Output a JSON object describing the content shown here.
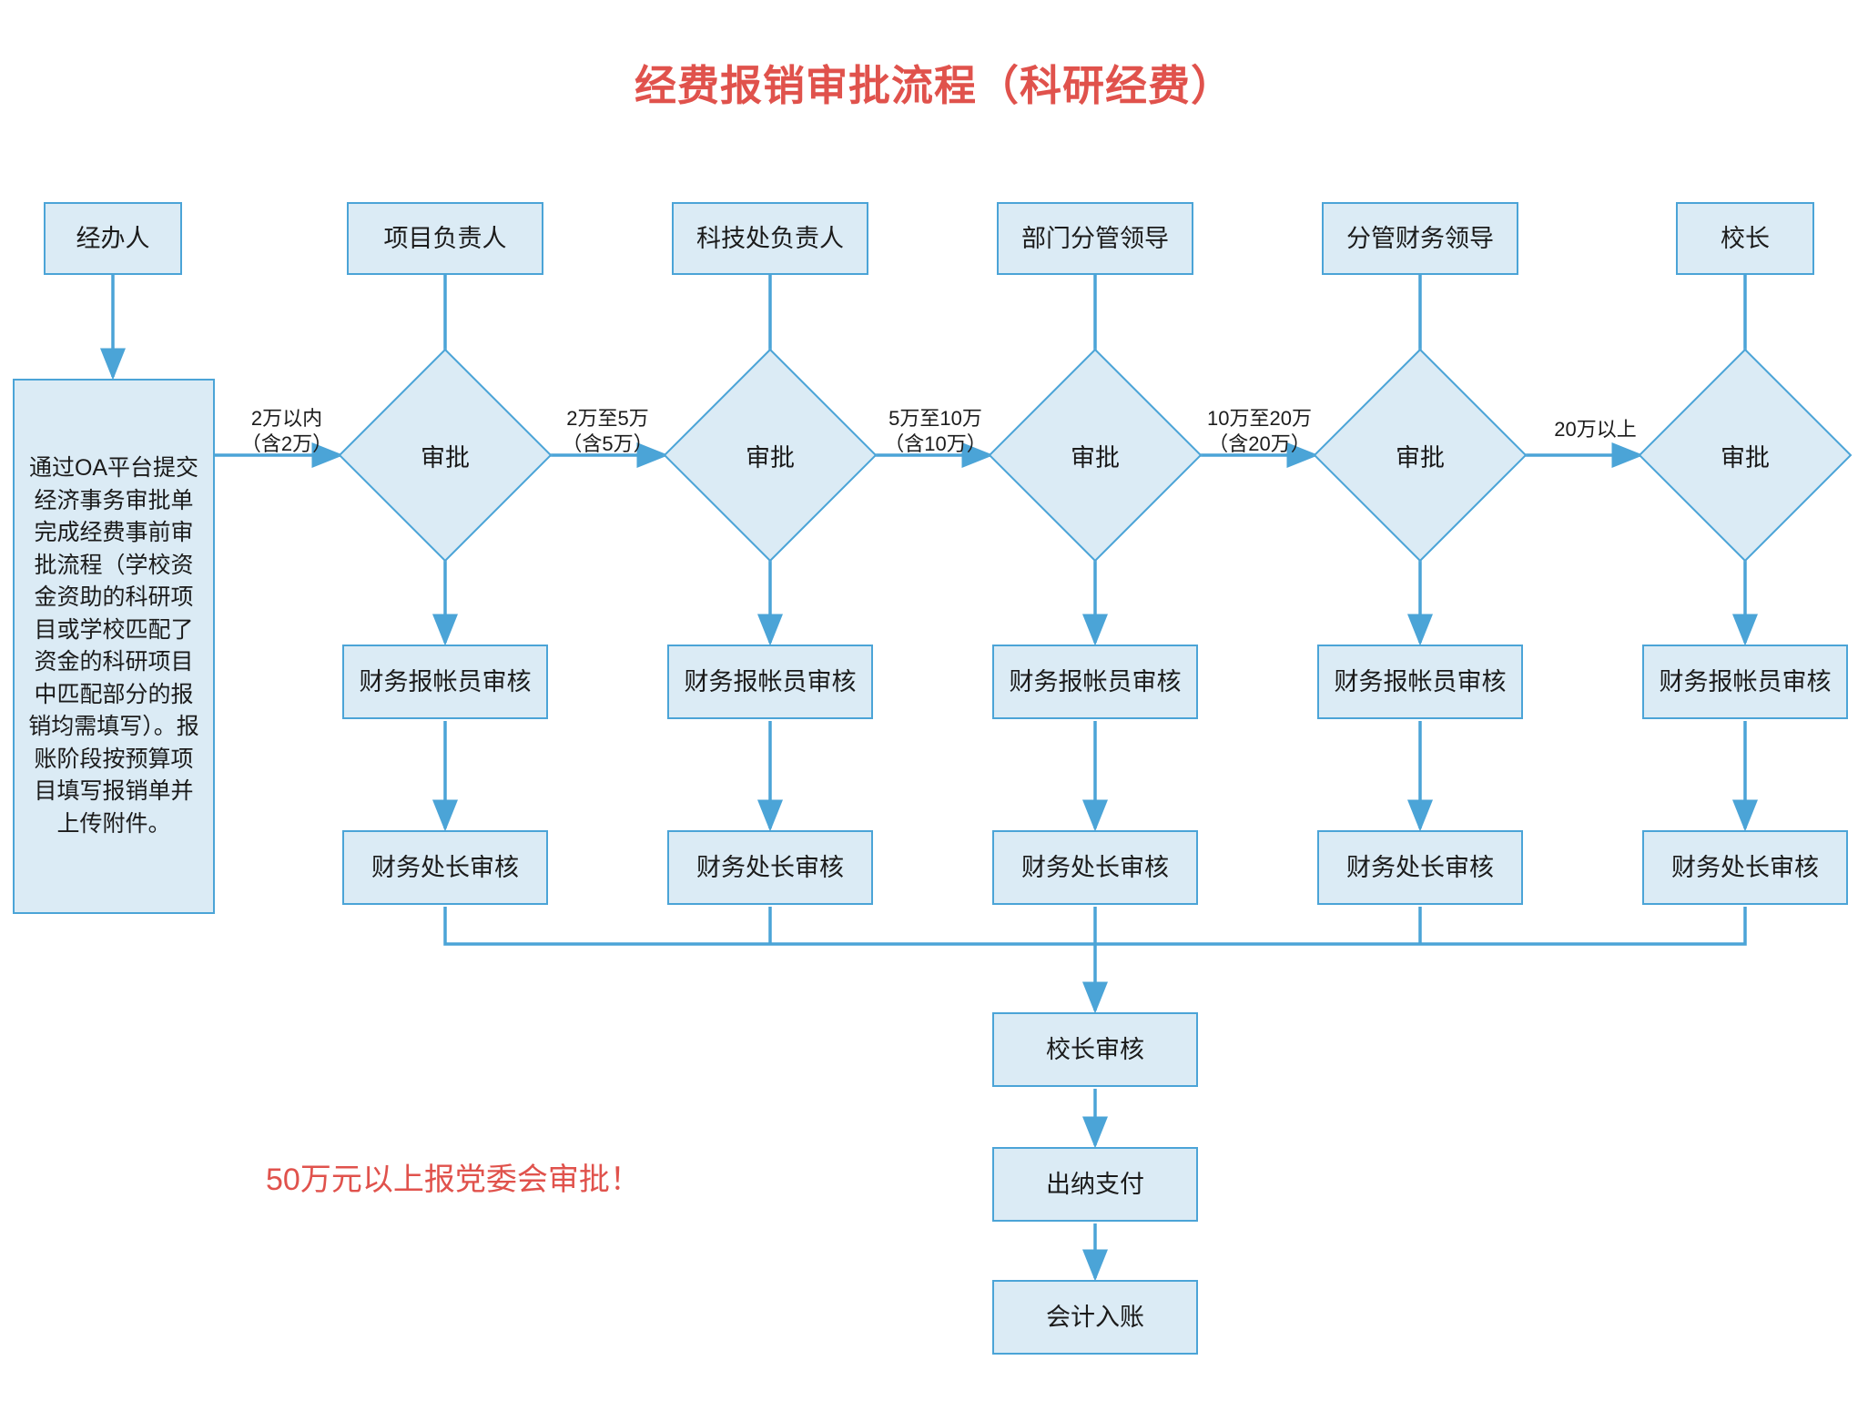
{
  "title": "经费报销审批流程（科研经费）",
  "colors": {
    "title_red": "#e0524c",
    "node_fill": "#dbebf5",
    "node_border": "#4ba4d7",
    "edge_line": "#4ba4d7",
    "text": "#1b1b1b"
  },
  "note": {
    "warning": "50万元以上报党委会审批！"
  },
  "start": {
    "label": "通过OA平台提交经济事务审批单完成经费事前审批流程（学校资金资助的科研项目或学校匹配了资金的科研项目中匹配部分的报销均需填写）。报账阶段按预算项目填写报销单并上传附件。"
  },
  "approvers": [
    {
      "role": "经办人"
    },
    {
      "role": "项目负责人"
    },
    {
      "role": "科技处负责人"
    },
    {
      "role": "部门分管领导"
    },
    {
      "role": "分管财务领导"
    },
    {
      "role": "校长"
    }
  ],
  "decision_label": "审批",
  "amount_labels": [
    "2万以内\n（含2万）",
    "2万至5万\n（含5万）",
    "5万至10万\n（含10万）",
    "10万至20万\n（含20万）",
    "20万以上"
  ],
  "lanes": [
    {
      "accountant": "财务报帐员审核",
      "director": "财务处长审核"
    },
    {
      "accountant": "财务报帐员审核",
      "director": "财务处长审核"
    },
    {
      "accountant": "财务报帐员审核",
      "director": "财务处长审核"
    },
    {
      "accountant": "财务报帐员审核",
      "director": "财务处长审核"
    },
    {
      "accountant": "财务报帐员审核",
      "director": "财务处长审核"
    }
  ],
  "tail": [
    {
      "label": "校长审核"
    },
    {
      "label": "出纳支付"
    },
    {
      "label": "会计入账"
    }
  ],
  "chart_data": {
    "type": "diagram",
    "diagram_kind": "flowchart",
    "orientation": "left-to-right escalation with vertical finance lanes",
    "nodes": [
      {
        "id": "n-start",
        "shape": "rect",
        "text": "通过OA平台提交经济事务审批单完成经费事前审批流程（学校资金资助的科研项目或学校匹配了资金的科研项目中匹配部分的报销均需填写）。报账阶段按预算项目填写报销单并上传附件。"
      },
      {
        "id": "r-0",
        "shape": "rect",
        "text": "经办人"
      },
      {
        "id": "r-1",
        "shape": "rect",
        "text": "项目负责人"
      },
      {
        "id": "r-2",
        "shape": "rect",
        "text": "科技处负责人"
      },
      {
        "id": "r-3",
        "shape": "rect",
        "text": "部门分管领导"
      },
      {
        "id": "r-4",
        "shape": "rect",
        "text": "分管财务领导"
      },
      {
        "id": "r-5",
        "shape": "rect",
        "text": "校长"
      },
      {
        "id": "d-1",
        "shape": "diamond",
        "text": "审批"
      },
      {
        "id": "d-2",
        "shape": "diamond",
        "text": "审批"
      },
      {
        "id": "d-3",
        "shape": "diamond",
        "text": "审批"
      },
      {
        "id": "d-4",
        "shape": "diamond",
        "text": "审批"
      },
      {
        "id": "d-5",
        "shape": "diamond",
        "text": "审批"
      },
      {
        "id": "a-1",
        "shape": "rect",
        "text": "财务报帐员审核"
      },
      {
        "id": "a-2",
        "shape": "rect",
        "text": "财务报帐员审核"
      },
      {
        "id": "a-3",
        "shape": "rect",
        "text": "财务报帐员审核"
      },
      {
        "id": "a-4",
        "shape": "rect",
        "text": "财务报帐员审核"
      },
      {
        "id": "a-5",
        "shape": "rect",
        "text": "财务报帐员审核"
      },
      {
        "id": "b-1",
        "shape": "rect",
        "text": "财务处长审核"
      },
      {
        "id": "b-2",
        "shape": "rect",
        "text": "财务处长审核"
      },
      {
        "id": "b-3",
        "shape": "rect",
        "text": "财务处长审核"
      },
      {
        "id": "b-4",
        "shape": "rect",
        "text": "财务处长审核"
      },
      {
        "id": "b-5",
        "shape": "rect",
        "text": "财务处长审核"
      },
      {
        "id": "t-1",
        "shape": "rect",
        "text": "校长审核"
      },
      {
        "id": "t-2",
        "shape": "rect",
        "text": "出纳支付"
      },
      {
        "id": "t-3",
        "shape": "rect",
        "text": "会计入账"
      }
    ],
    "edges": [
      {
        "from": "r-0",
        "to": "n-start",
        "label": ""
      },
      {
        "from": "n-start",
        "to": "d-1",
        "label": "2万以内（含2万）"
      },
      {
        "from": "r-1",
        "to": "d-1",
        "label": ""
      },
      {
        "from": "d-1",
        "to": "d-2",
        "label": "2万至5万（含5万）"
      },
      {
        "from": "r-2",
        "to": "d-2",
        "label": ""
      },
      {
        "from": "d-2",
        "to": "d-3",
        "label": "5万至10万（含10万）"
      },
      {
        "from": "r-3",
        "to": "d-3",
        "label": ""
      },
      {
        "from": "d-3",
        "to": "d-4",
        "label": "10万至20万（含20万）"
      },
      {
        "from": "r-4",
        "to": "d-4",
        "label": ""
      },
      {
        "from": "d-4",
        "to": "d-5",
        "label": "20万以上"
      },
      {
        "from": "r-5",
        "to": "d-5",
        "label": ""
      },
      {
        "from": "d-1",
        "to": "a-1",
        "label": ""
      },
      {
        "from": "d-2",
        "to": "a-2",
        "label": ""
      },
      {
        "from": "d-3",
        "to": "a-3",
        "label": ""
      },
      {
        "from": "d-4",
        "to": "a-4",
        "label": ""
      },
      {
        "from": "d-5",
        "to": "a-5",
        "label": ""
      },
      {
        "from": "a-1",
        "to": "b-1",
        "label": ""
      },
      {
        "from": "a-2",
        "to": "b-2",
        "label": ""
      },
      {
        "from": "a-3",
        "to": "b-3",
        "label": ""
      },
      {
        "from": "a-4",
        "to": "b-4",
        "label": ""
      },
      {
        "from": "a-5",
        "to": "b-5",
        "label": ""
      },
      {
        "from": "b-1",
        "to": "t-1",
        "label": ""
      },
      {
        "from": "b-2",
        "to": "t-1",
        "label": ""
      },
      {
        "from": "b-3",
        "to": "t-1",
        "label": ""
      },
      {
        "from": "b-4",
        "to": "t-1",
        "label": ""
      },
      {
        "from": "b-5",
        "to": "t-1",
        "label": ""
      },
      {
        "from": "t-1",
        "to": "t-2",
        "label": ""
      },
      {
        "from": "t-2",
        "to": "t-3",
        "label": ""
      }
    ],
    "annotations": [
      {
        "text": "50万元以上报党委会审批！",
        "color": "#e0524c"
      }
    ],
    "title": "经费报销审批流程（科研经费）"
  }
}
